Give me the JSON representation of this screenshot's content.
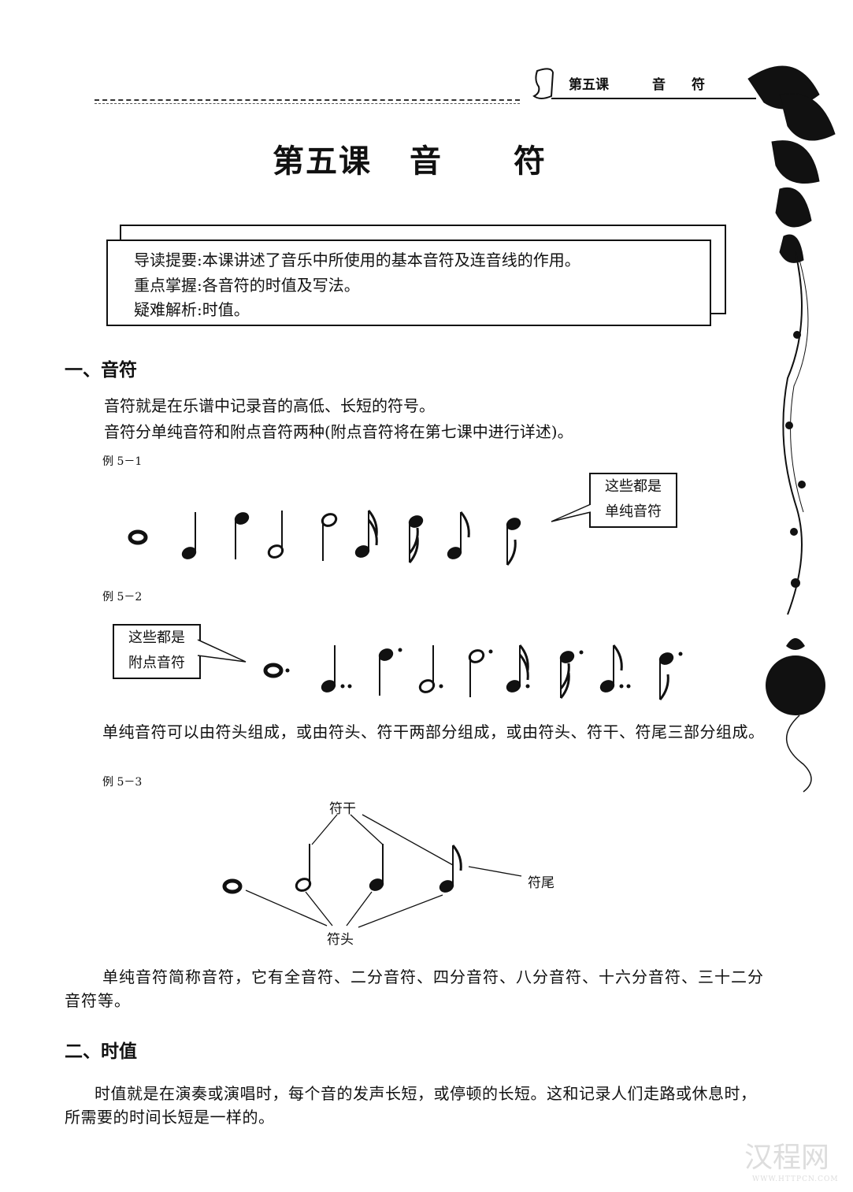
{
  "header": {
    "lesson": "第五课",
    "word1": "音",
    "word2": "符"
  },
  "title": {
    "lesson": "第五课",
    "word1": "音",
    "word2": "符"
  },
  "summary": {
    "lines": [
      "导读提要:本课讲述了音乐中所使用的基本音符及连音线的作用。",
      "重点掌握:各音符的时值及写法。",
      "疑难解析:时值。"
    ]
  },
  "section1": {
    "heading": "一、音符",
    "p1": "音符就是在乐谱中记录音的高低、长短的符号。",
    "p2": "音符分单纯音符和附点音符两种(附点音符将在第七课中进行详述)。",
    "ex1": {
      "label": "例 5－1",
      "callout": [
        "这些都是",
        "单纯音符"
      ]
    },
    "ex2": {
      "label": "例 5－2",
      "callout": [
        "这些都是",
        "附点音符"
      ]
    },
    "p3": "单纯音符可以由符头组成，或由符头、符干两部分组成，或由符头、符干、符尾三部分组成。",
    "ex3": {
      "label": "例 5－3",
      "stem": "符干",
      "flag": "符尾",
      "head": "符头"
    },
    "p4": "单纯音符简称音符，它有全音符、二分音符、四分音符、八分音符、十六分音符、三十二分音符等。"
  },
  "section2": {
    "heading": "二、时值",
    "p1": "时值就是在演奏或演唱时，每个音的发声长短，或停顿的长短。这和记录人们走路或休息时，所需要的时间长短是一样的。"
  },
  "watermark": {
    "name": "汉程网",
    "url": "WWW.HTTPCN.COM"
  }
}
